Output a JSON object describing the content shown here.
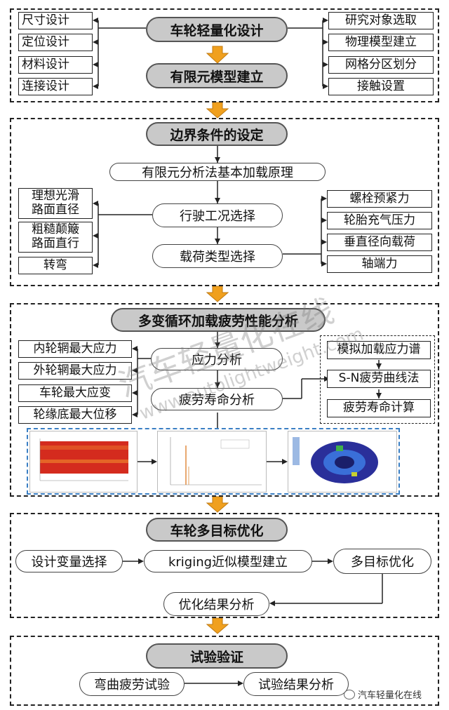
{
  "top": {
    "main1": "车轮轻量化设计",
    "main2": "有限元模型建立",
    "left": [
      "尺寸设计",
      "定位设计",
      "材料设计",
      "连接设计"
    ],
    "right": [
      "研究对象选取",
      "物理模型建立",
      "网格分区划分",
      "接触设置"
    ]
  },
  "boundary": {
    "header": "边界条件的设定",
    "principle": "有限元分析法基本加载原理",
    "condition": "行驶工况选择",
    "load": "载荷类型选择",
    "left": [
      "理想光滑\n路面直径",
      "粗糙颠簸\n路面直行",
      "转弯"
    ],
    "right": [
      "螺栓预紧力",
      "轮胎充气压力",
      "垂直径向载荷",
      "轴端力"
    ]
  },
  "fatigue": {
    "header": "多变循环加载疲劳性能分析",
    "stress": "应力分析",
    "life": "疲劳寿命分析",
    "left": [
      "内轮辋最大应力",
      "外轮辋最大应力",
      "车轮最大应变",
      "轮缘底最大位移"
    ],
    "right": [
      "模拟加载应力谱",
      "S-N疲劳曲线法",
      "疲劳寿命计算"
    ]
  },
  "optimization": {
    "header": "车轮多目标优化",
    "design_var": "设计变量选择",
    "kriging": "kriging近似模型建立",
    "multi": "多目标优化",
    "result": "优化结果分析"
  },
  "validation": {
    "header": "试验验证",
    "bending": "弯曲疲劳试验",
    "result": "试验结果分析"
  },
  "watermark": {
    "cn": "汽车轻量化在线",
    "url": "www.autolightweight.com",
    "logo_text": "汽车轻量化在线"
  },
  "colors": {
    "arrow": "#f0a01e",
    "header_fill": "#c9c9c9",
    "panel_border": "#3a7fc4"
  }
}
